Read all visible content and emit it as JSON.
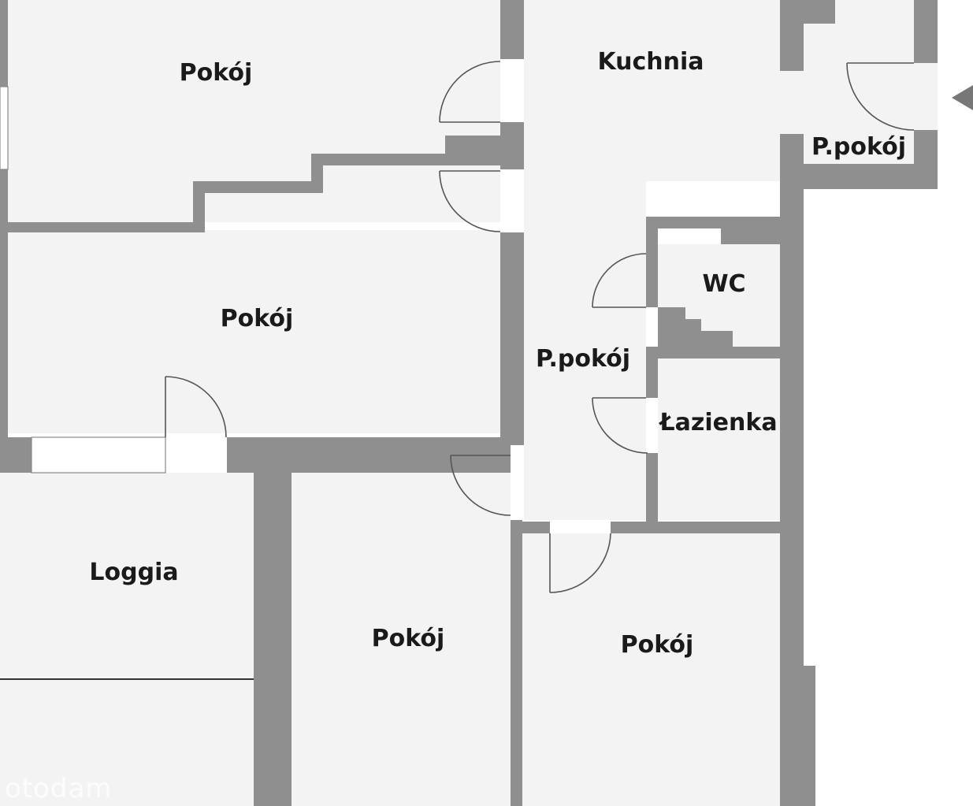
{
  "rooms": {
    "pokoj_top_left": "Pokój",
    "pokoj_middle_left": "Pokój",
    "kuchnia": "Kuchnia",
    "p_pokoj_entry": "P.pokój",
    "p_pokoj_hall": "P.pokój",
    "wc": "WC",
    "lazienka": "Łazienka",
    "loggia": "Loggia",
    "pokoj_bottom_middle": "Pokój",
    "pokoj_bottom_right": "Pokój"
  },
  "watermark": "otodam",
  "colors": {
    "wall": "#8f8f8f",
    "floor": "#f3f3f3",
    "background": "#ffffff"
  }
}
